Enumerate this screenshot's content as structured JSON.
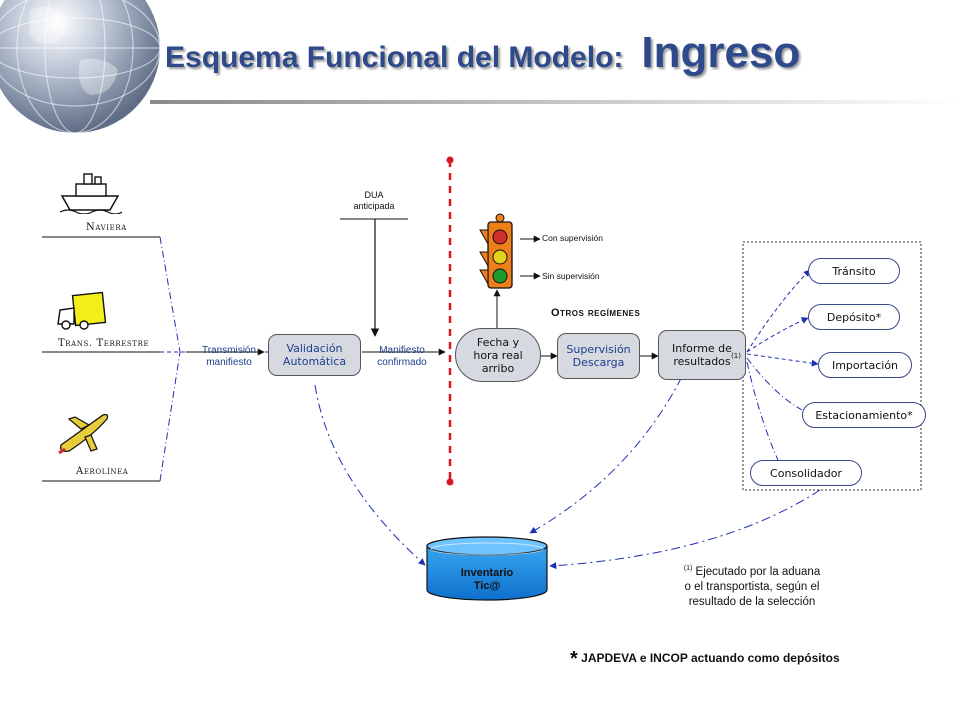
{
  "title": {
    "part1": "Esquema Funcional del Modelo:",
    "part2": "Ingreso"
  },
  "sources": [
    {
      "label": "Naviera",
      "icon": "ship-icon"
    },
    {
      "label": "Trans. Terrestre",
      "icon": "truck-icon"
    },
    {
      "label": "Aerolínea",
      "icon": "airplane-icon"
    }
  ],
  "flow": {
    "transmision": "Transmisión\nmanifiesto",
    "validacion": "Validación\nAutomática",
    "dua": "DUA\nanticipada",
    "manifiesto": "Manifiesto\nconfirmado",
    "fecha": "Fecha y\nhora real\narribo",
    "supervision": "Supervisión\nDescarga",
    "informe": "Informe de\nresultados",
    "informe_sup": "(1)",
    "inventario": "Inventario\nTic@"
  },
  "traffic_light": {
    "con": "Con supervisión",
    "sin": "Sin supervisión",
    "colors": [
      "#d32f2f",
      "#e3d21a",
      "#1f9a2f"
    ]
  },
  "otros_regimenes": {
    "label": "Otros regímenes",
    "items": [
      "Tránsito",
      "Depósito*",
      "Importación",
      "Estacionamiento*",
      "Consolidador"
    ]
  },
  "note": {
    "sup": "(1)",
    "text": "Ejecutado por la aduana\no el transportista, según el\nresultado de la selección"
  },
  "footnote": {
    "star": "*",
    "text": "JAPDEVA e INCOP actuando como depósitos"
  },
  "colors": {
    "title": "#2f4a8a",
    "flow_text": "#1d3f8c",
    "divider": "#d8171f",
    "box": "#d6d9df"
  }
}
